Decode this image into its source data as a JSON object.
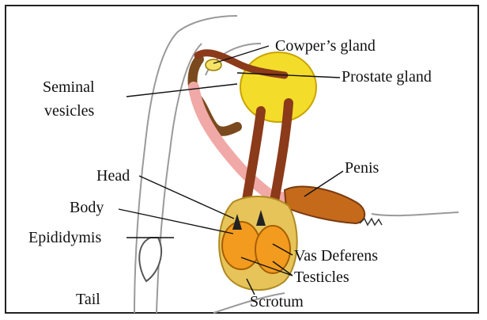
{
  "labels": {
    "cowpers_gland": "Cowper’s gland",
    "prostate_gland": "Prostate gland",
    "seminal_vesicles_line1": "Seminal",
    "seminal_vesicles_line2": "vesicles",
    "head": "Head",
    "penis": "Penis",
    "body": "Body",
    "epididymis": "Epididymis",
    "vas_deferens": "Vas Deferens",
    "testicles": "Testicles",
    "tail": "Tail",
    "scrotum": "Scrotum"
  },
  "colors": {
    "outline": "#222222",
    "body_outline": "#9a9a9a",
    "prostate": "#e8c700",
    "prostate_fill": "#f4dc2a",
    "vesicle": "#7a4a1e",
    "vas_deferens": "#8b3a1a",
    "urethra_pink": "#f0a9a6",
    "scrotum": "#d9b347",
    "testicle": "#f29b1e",
    "penis": "#c46a1a",
    "skin_pale": "#f4d9c2"
  }
}
